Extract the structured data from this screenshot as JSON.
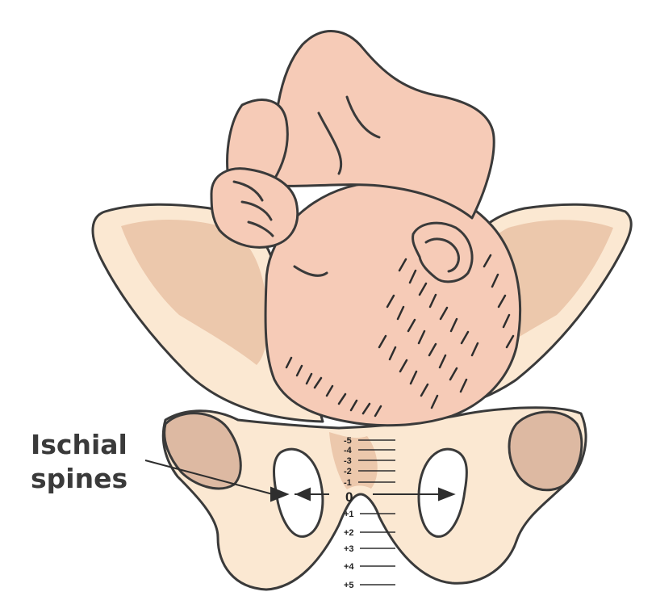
{
  "callout": {
    "line1": "Ischial",
    "line2": "spines"
  },
  "stations": [
    {
      "label": "-5"
    },
    {
      "label": "-4"
    },
    {
      "label": "-3"
    },
    {
      "label": "-2"
    },
    {
      "label": "-1"
    },
    {
      "label": "0"
    },
    {
      "label": "+1"
    },
    {
      "label": "+2"
    },
    {
      "label": "+3"
    },
    {
      "label": "+4"
    },
    {
      "label": "+5"
    }
  ],
  "colors": {
    "bone": "#fbe8d2",
    "bone_shade": "#e7c6aa",
    "bone_dark": "#d9b19a",
    "skin": "#f6cbb7",
    "outline": "#3a3a3a",
    "hair": "#2e2e2e"
  }
}
